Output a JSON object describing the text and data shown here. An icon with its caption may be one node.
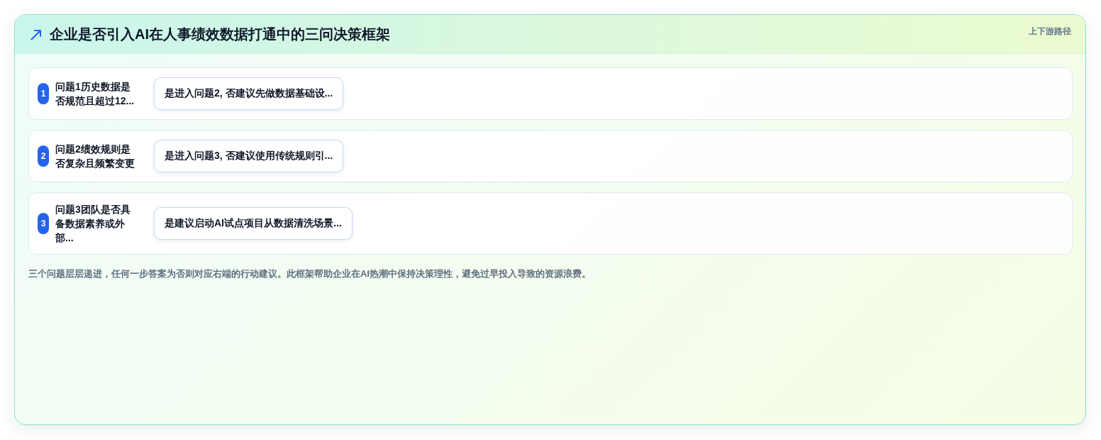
{
  "diagram": {
    "title": "企业是否引入AI在人事绩效数据打通中的三问决策框架",
    "caption": "三个问题层层递进，任何一步答案为否则对应右端的行动建议。此框架帮助企业在AI热潮中保持决策理性，避免过早投入导致的资源浪费。",
    "nodes": [
      {
        "text": [
          "问题1历史数据是否规范且超过12..."
        ]
      },
      {
        "text": [
          "1"
        ],
        "in": 0
      },
      {
        "text": [
          "是进入问题2, 否建议先做数据基础设..."
        ],
        "in": 0
      },
      {
        "text": [
          "问题2绩效规则是否复杂且频繁变更"
        ]
      },
      {
        "text": [
          "2"
        ],
        "in": 3
      },
      {
        "text": [
          "是进入问题3, 否建议使用传统规则引..."
        ],
        "in": 3
      },
      {
        "text": [
          "问题3团队是否具备数据素养或外部..."
        ]
      },
      {
        "text": [
          "3"
        ],
        "in": 6
      },
      {
        "text": [
          "是建议启动AI试点项目从数据清洗场景..."
        ],
        "in": 6
      }
    ],
    "labels": [
      "上下游路径"
    ]
  }
}
